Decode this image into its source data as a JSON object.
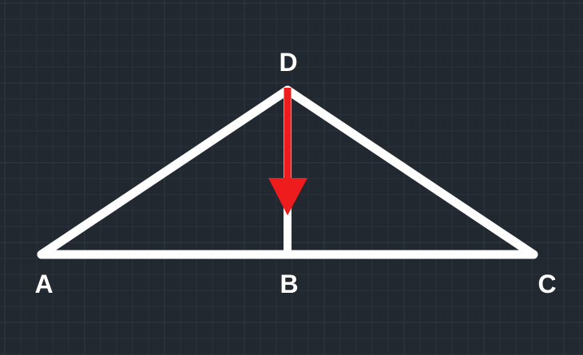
{
  "diagram": {
    "points": [
      {
        "id": "A",
        "label": "A"
      },
      {
        "id": "B",
        "label": "B"
      },
      {
        "id": "C",
        "label": "C"
      },
      {
        "id": "D",
        "label": "D"
      }
    ],
    "segments": [
      {
        "from": "A",
        "to": "C"
      },
      {
        "from": "A",
        "to": "D"
      },
      {
        "from": "D",
        "to": "C"
      },
      {
        "from": "D",
        "to": "B"
      }
    ],
    "arrow": {
      "from": "D",
      "to": "B"
    },
    "colors": {
      "background": "#212830",
      "grid_minor": "#2a323b",
      "grid_major": "#303944",
      "line": "#ffffff",
      "arrow": "#ee1c1c",
      "label": "#ffffff"
    }
  }
}
